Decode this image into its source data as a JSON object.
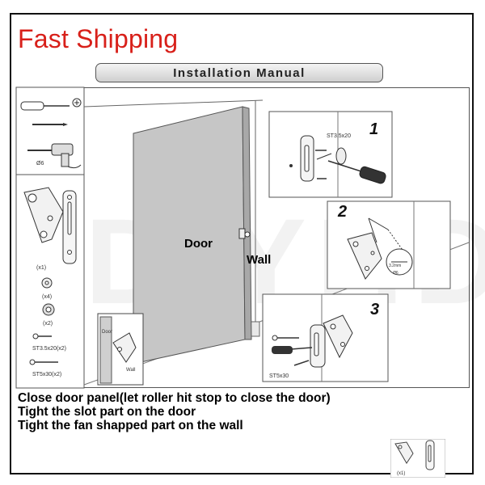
{
  "banner": {
    "headline": "Fast Shipping",
    "headline_color": "#d8201a"
  },
  "manual": {
    "title": "Installation Manual",
    "watermark": "DIYHD",
    "scene_labels": {
      "door": "Door",
      "wall": "Wall",
      "inset_door": "Door",
      "inset_wall": "Wall"
    },
    "parts": [
      {
        "qty": "(x1)"
      },
      {
        "qty": "(x4)"
      },
      {
        "qty": "(x2)"
      },
      {
        "qty": "ST3.5x20(x2)"
      },
      {
        "qty": "ST5x30(x2)"
      }
    ],
    "tools": {
      "drill_label": "Ø6"
    },
    "steps": [
      {
        "number": "1",
        "screw_label": "ST3.5x20"
      },
      {
        "number": "2",
        "screw_label": "3.2mm",
        "sub_label": "Ø6"
      },
      {
        "number": "3",
        "screw_label": "ST5x30"
      }
    ]
  },
  "instructions": [
    "Close door panel(let roller hit stop to close the door)",
    "Tight the slot part on the door",
    "Tight the fan shapped part on the wall"
  ],
  "thumbnail": {
    "qty": "(x1)"
  }
}
